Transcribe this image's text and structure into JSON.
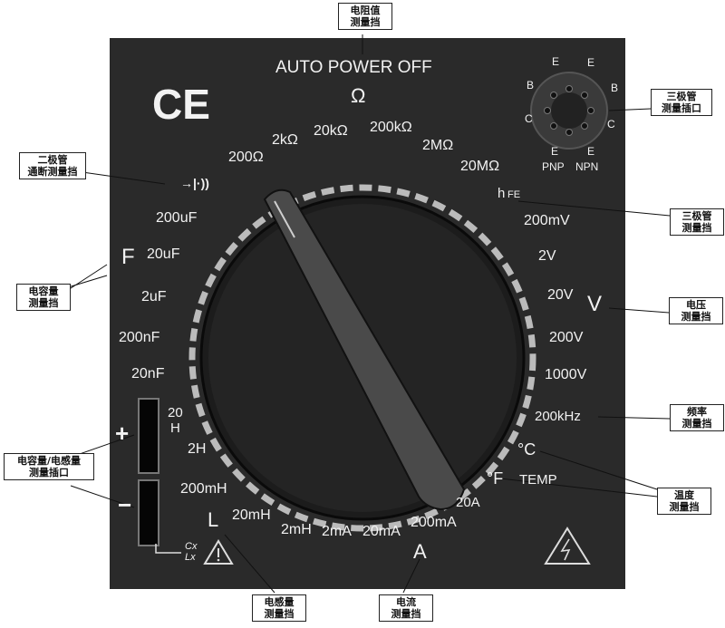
{
  "panel": {
    "auto_power_off": "AUTO POWER OFF",
    "ce_mark": "CE",
    "ohm_symbol": "Ω",
    "volt_symbol": "V",
    "farad_symbol": "F",
    "henry_symbol": "L",
    "amp_symbol": "A",
    "plus_sign": "+",
    "minus_sign": "−",
    "cx": "Cx",
    "lx": "Lx",
    "h20_top": "20",
    "h20_bottom": "H"
  },
  "dial_labels": {
    "r200": "200Ω",
    "r2k": "2kΩ",
    "r20k": "20kΩ",
    "r200k": "200kΩ",
    "r2M": "2MΩ",
    "r20M": "20MΩ",
    "hfe_h": "h",
    "hfe_fe": "FE",
    "v200m": "200mV",
    "v2": "2V",
    "v20": "20V",
    "v200": "200V",
    "v1000": "1000V",
    "f200k": "200kHz",
    "celsius": "°C",
    "fahrenheit": "°F",
    "temp": "TEMP",
    "a20": "20A",
    "a200m": "200mA",
    "a20m": "20mA",
    "a2m": "2mA",
    "h2m": "2mH",
    "h20m": "20mH",
    "h200m": "200mH",
    "h2": "2H",
    "c20n": "20nF",
    "c200n": "200nF",
    "c2u": "2uF",
    "c20u": "20uF",
    "c200u": "200uF",
    "diode_beep": "→|·))"
  },
  "socket": {
    "e_top_left": "E",
    "e_top_right": "E",
    "b_left": "B",
    "b_right": "B",
    "c_left": "C",
    "c_right": "C",
    "e_bottom_left": "E",
    "e_bottom_right": "E",
    "pnp": "PNP",
    "npn": "NPN"
  },
  "callouts": {
    "resistance": [
      "电阻值",
      "测量挡"
    ],
    "transistor_socket": [
      "三极管",
      "测量插口"
    ],
    "diode": [
      "二极管",
      "通断测量挡"
    ],
    "transistor_range": [
      "三极管",
      "测量挡"
    ],
    "capacitance": [
      "电容量",
      "测量挡"
    ],
    "voltage": [
      "电压",
      "测量挡"
    ],
    "frequency": [
      "频率",
      "测量挡"
    ],
    "cl_socket": [
      "电容量/电感量",
      "测量插口"
    ],
    "temperature": [
      "温度",
      "测量挡"
    ],
    "inductance": [
      "电感量",
      "测量挡"
    ],
    "current": [
      "电流",
      "测量挡"
    ]
  }
}
